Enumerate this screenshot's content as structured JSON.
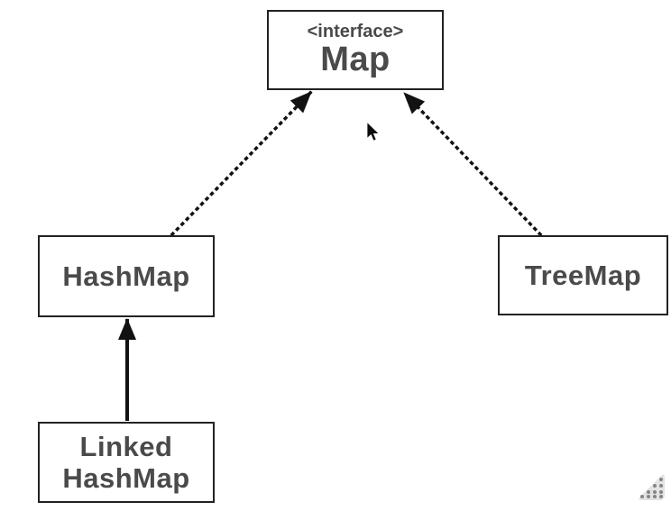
{
  "page": {
    "background_color": "#ffffff"
  },
  "diagram": {
    "nodes": [
      {
        "id": "map",
        "stereotype": "<interface>",
        "label": "Map"
      },
      {
        "id": "hashmap",
        "label": "HashMap"
      },
      {
        "id": "treemap",
        "label": "TreeMap"
      },
      {
        "id": "linkedhashmap",
        "label_lines": [
          "Linked",
          "HashMap"
        ]
      }
    ],
    "edges": [
      {
        "from": "HashMap",
        "to": "Map",
        "style": "dotted-arrow"
      },
      {
        "from": "TreeMap",
        "to": "Map",
        "style": "dotted-arrow"
      },
      {
        "from": "LinkedHashMap",
        "to": "HashMap",
        "style": "solid-arrow"
      }
    ],
    "colors": {
      "node_border": "#222222",
      "node_text": "#4a4a4a",
      "arrow": "#121212",
      "grip_fill": "#e3e3e3",
      "grip_dot": "#858585"
    }
  },
  "overlay": {
    "cursor": "arrow-pointer",
    "corner_icon": "resize-grip"
  }
}
